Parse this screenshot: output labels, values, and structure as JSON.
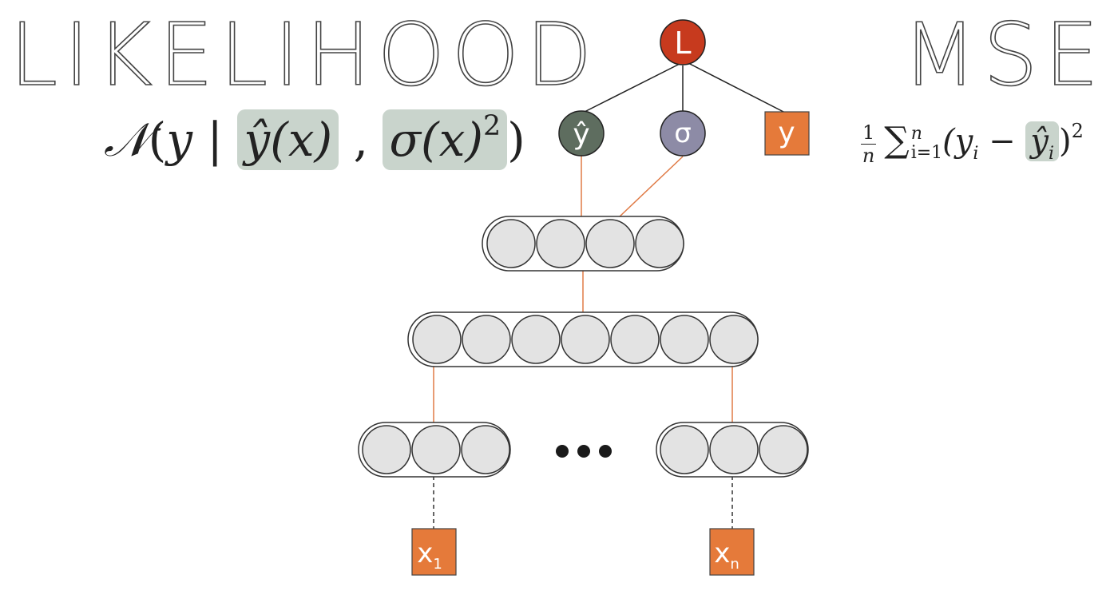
{
  "titles": {
    "left": "LIKELIHOOD",
    "right": "MSE"
  },
  "likelihood_formula": {
    "dist": "𝒩",
    "open": "(",
    "y": "y",
    "bar": " | ",
    "mean": "ŷ(x)",
    "comma": ",",
    "variance": "σ(x)",
    "variance_power": "2",
    "close": ")"
  },
  "mse_formula": {
    "frac_num": "1",
    "frac_den": "n",
    "sum": "∑",
    "sum_top": "n",
    "sum_bottom": "i=1",
    "term_open": "(y",
    "term_sub": "i",
    "minus": " − ",
    "yhat": "ŷ",
    "yhat_sub": "i",
    "term_close": ")",
    "power": "2"
  },
  "nodes": {
    "loss": "L",
    "y_hat": "ŷ",
    "sigma": "σ",
    "target": "y",
    "input_first": "x",
    "input_first_sub": "1",
    "input_last": "x",
    "input_last_sub": "n"
  },
  "ellipsis_count": 3,
  "colors": {
    "loss": "#c73a1e",
    "y_hat": "#5e6d5f",
    "sigma": "#8d8ba6",
    "orange": "#e57a3a",
    "neuron_fill": "#e3e3e3",
    "line_orange": "#e07a45",
    "highlight": "#c9d4cc"
  }
}
